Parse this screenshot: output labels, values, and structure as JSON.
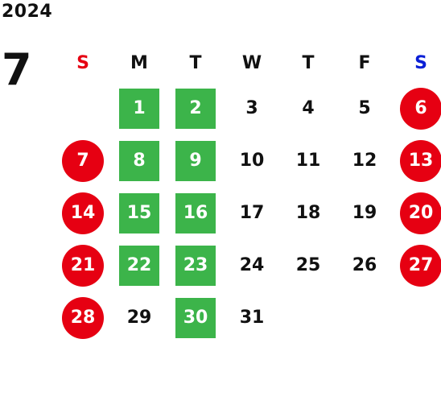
{
  "calendar": {
    "year": "2024",
    "month": "7",
    "weekdays": [
      "S",
      "M",
      "T",
      "W",
      "T",
      "F",
      "S"
    ],
    "colors": {
      "holiday_red": "#e60012",
      "highlight_green": "#3cb44a",
      "saturday_blue": "#0a1fd6"
    },
    "weeks": [
      [
        null,
        {
          "d": "1",
          "s": "green"
        },
        {
          "d": "2",
          "s": "green"
        },
        {
          "d": "3"
        },
        {
          "d": "4"
        },
        {
          "d": "5"
        },
        {
          "d": "6",
          "s": "red"
        }
      ],
      [
        {
          "d": "7",
          "s": "red"
        },
        {
          "d": "8",
          "s": "green"
        },
        {
          "d": "9",
          "s": "green"
        },
        {
          "d": "10"
        },
        {
          "d": "11"
        },
        {
          "d": "12"
        },
        {
          "d": "13",
          "s": "red"
        }
      ],
      [
        {
          "d": "14",
          "s": "red"
        },
        {
          "d": "15",
          "s": "green"
        },
        {
          "d": "16",
          "s": "green"
        },
        {
          "d": "17"
        },
        {
          "d": "18"
        },
        {
          "d": "19"
        },
        {
          "d": "20",
          "s": "red"
        }
      ],
      [
        {
          "d": "21",
          "s": "red"
        },
        {
          "d": "22",
          "s": "green"
        },
        {
          "d": "23",
          "s": "green"
        },
        {
          "d": "24"
        },
        {
          "d": "25"
        },
        {
          "d": "26"
        },
        {
          "d": "27",
          "s": "red"
        }
      ],
      [
        {
          "d": "28",
          "s": "red"
        },
        {
          "d": "29"
        },
        {
          "d": "30",
          "s": "green"
        },
        {
          "d": "31"
        },
        null,
        null,
        null
      ]
    ]
  }
}
